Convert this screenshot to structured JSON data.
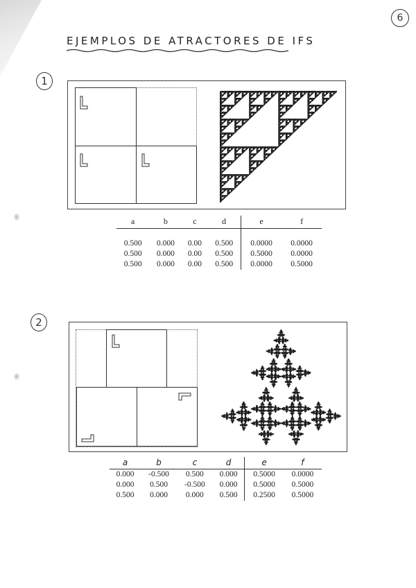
{
  "page": {
    "page_number": "6",
    "title": "EJEMPLOS DE ATRACTORES DE IFS"
  },
  "examples": [
    {
      "number": "1",
      "left_panel": {
        "description": "unit square split into 4 quadrants, L-shape copies in three quadrants (top-right quadrant empty, dotted)"
      },
      "right_panel": {
        "description": "Sierpinski right triangle attractor"
      },
      "table": {
        "headers": [
          "a",
          "b",
          "c",
          "d",
          "e",
          "f"
        ],
        "rows": [
          [
            "0.500",
            "0.000",
            "0.00",
            "0.500",
            "0.0000",
            "0.0000"
          ],
          [
            "0.500",
            "0.000",
            "0.00",
            "0.500",
            "0.5000",
            "0.0000"
          ],
          [
            "0.500",
            "0.000",
            "0.00",
            "0.500",
            "0.0000",
            "0.5000"
          ]
        ]
      }
    },
    {
      "number": "2",
      "left_panel": {
        "description": "unit square with top-centre half square and two bottom half squares containing rotated L-shapes"
      },
      "right_panel": {
        "description": "cross-shaped dendrite fractal attractor"
      },
      "table": {
        "headers": [
          "a",
          "b",
          "c",
          "d",
          "e",
          "f"
        ],
        "rows": [
          [
            "0.000",
            "-0.500",
            "0.500",
            "0.000",
            "0.5000",
            "0.0000"
          ],
          [
            "0.000",
            "0.500",
            "-0.500",
            "0.000",
            "0.5000",
            "0.5000"
          ],
          [
            "0.500",
            "0.000",
            "0.000",
            "0.500",
            "0.2500",
            "0.5000"
          ]
        ]
      }
    }
  ]
}
